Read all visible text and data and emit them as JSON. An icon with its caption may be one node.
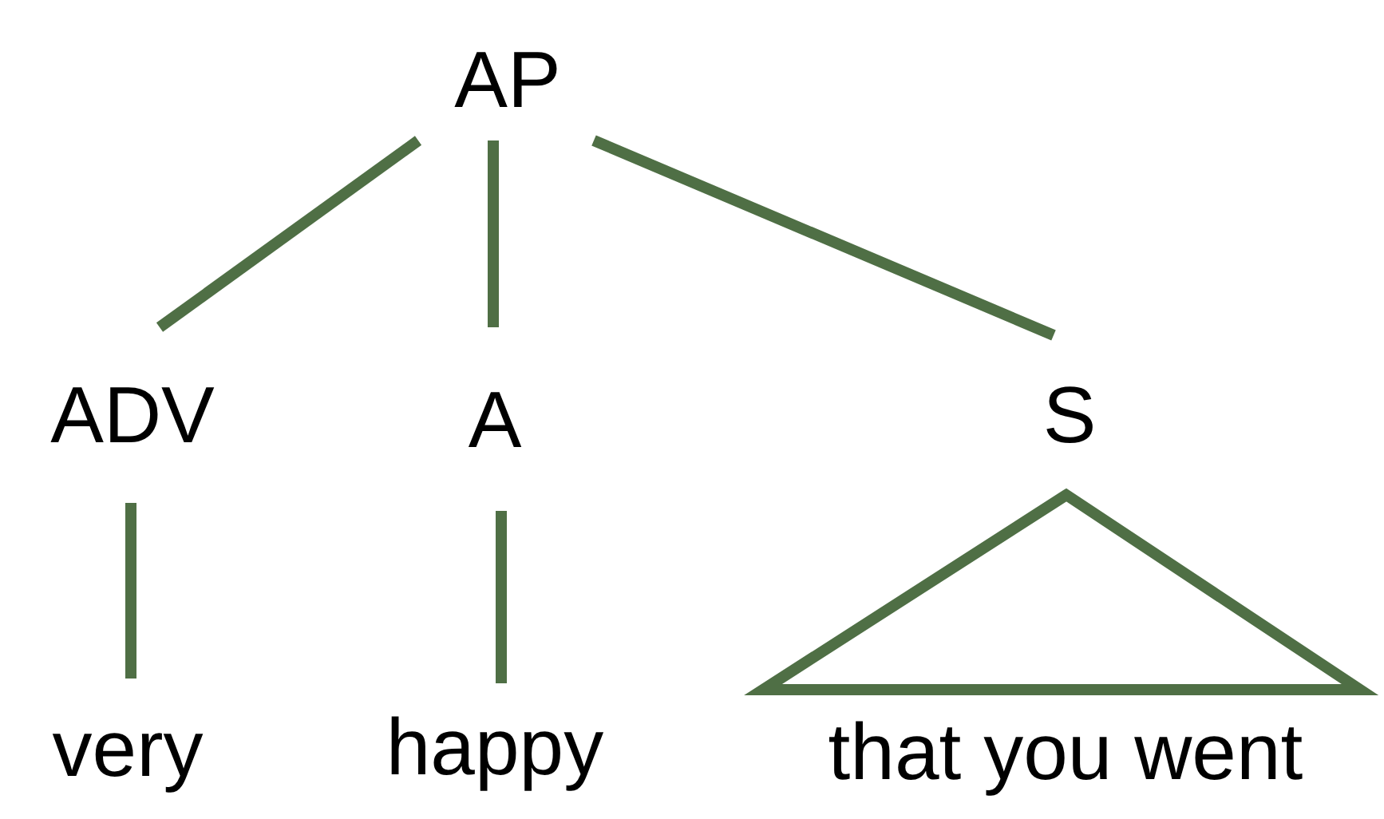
{
  "diagram": {
    "nodes": [
      {
        "text": [
          "AP"
        ]
      },
      {
        "text": [
          "ADV"
        ]
      },
      {
        "text": [
          "A"
        ]
      },
      {
        "text": [
          "S"
        ]
      },
      {
        "text": [
          "very"
        ]
      },
      {
        "text": [
          "happy"
        ]
      },
      {
        "text": [
          "that you went"
        ]
      }
    ],
    "edges": [
      {
        "from": 0,
        "to": 1,
        "arrow": "none"
      },
      {
        "from": 0,
        "to": 2,
        "arrow": "none"
      },
      {
        "from": 0,
        "to": 3,
        "arrow": "none"
      },
      {
        "from": 1,
        "to": 4,
        "arrow": "none"
      },
      {
        "from": 2,
        "to": 5,
        "arrow": "none"
      },
      {
        "from": 3,
        "to": 6,
        "arrow": "none"
      }
    ]
  }
}
